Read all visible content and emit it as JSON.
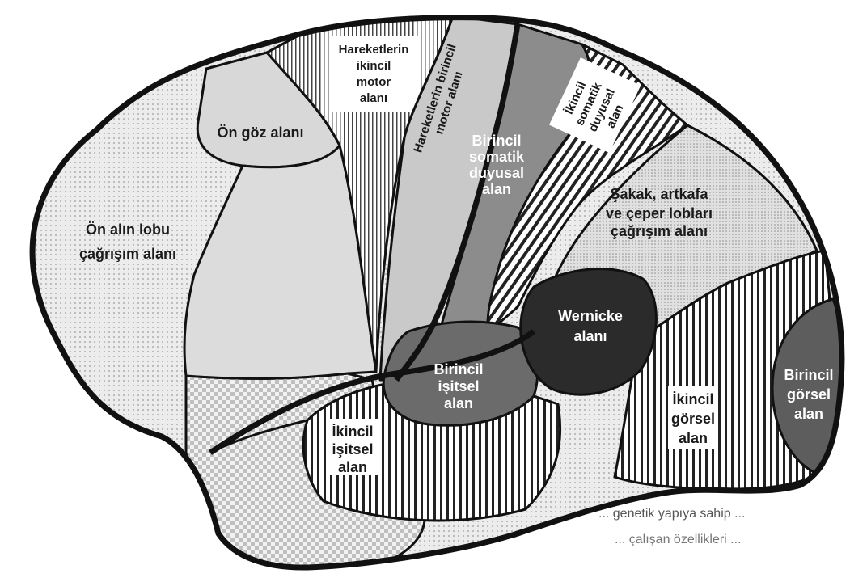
{
  "diagram": {
    "labels": {
      "frontal_association": [
        "Ön alın lobu",
        "çağrışım alanı"
      ],
      "frontal_eye_field": [
        "Ön göz alanı"
      ],
      "secondary_motor": [
        "Hareketlerin",
        "ikincil",
        "motor",
        "alanı"
      ],
      "primary_motor": [
        "Hareketlerin birincil",
        "motor alanı"
      ],
      "primary_somatosensory": [
        "Birincil",
        "somatik",
        "duyusal",
        "alan"
      ],
      "secondary_somatosensory": [
        "İkincil",
        "somatik",
        "duyusal",
        "alan"
      ],
      "association_temporal_occipital_parietal": [
        "Şakak, artkafa",
        "ve çeper lobları",
        "çağrışım alanı"
      ],
      "wernicke": [
        "Wernicke",
        "alanı"
      ],
      "primary_auditory": [
        "Birincil",
        "işitsel",
        "alan"
      ],
      "secondary_auditory": [
        "İkincil",
        "işitsel",
        "alan"
      ],
      "secondary_visual": [
        "İkincil",
        "görsel",
        "alan"
      ],
      "primary_visual": [
        "Birincil",
        "görsel",
        "alan"
      ]
    },
    "background_text": [
      "... genetik yapıya sahip ...",
      "... çalışan özellikleri ..."
    ],
    "colors": {
      "outline": "#111111",
      "light_dot": "#e4e4e4",
      "light_fill": "#d6d6d6",
      "medium_gray": "#8c8c8c",
      "dark_gray": "#5a5a5a",
      "very_dark": "#2b2b2b",
      "stripe": "#222222"
    }
  }
}
